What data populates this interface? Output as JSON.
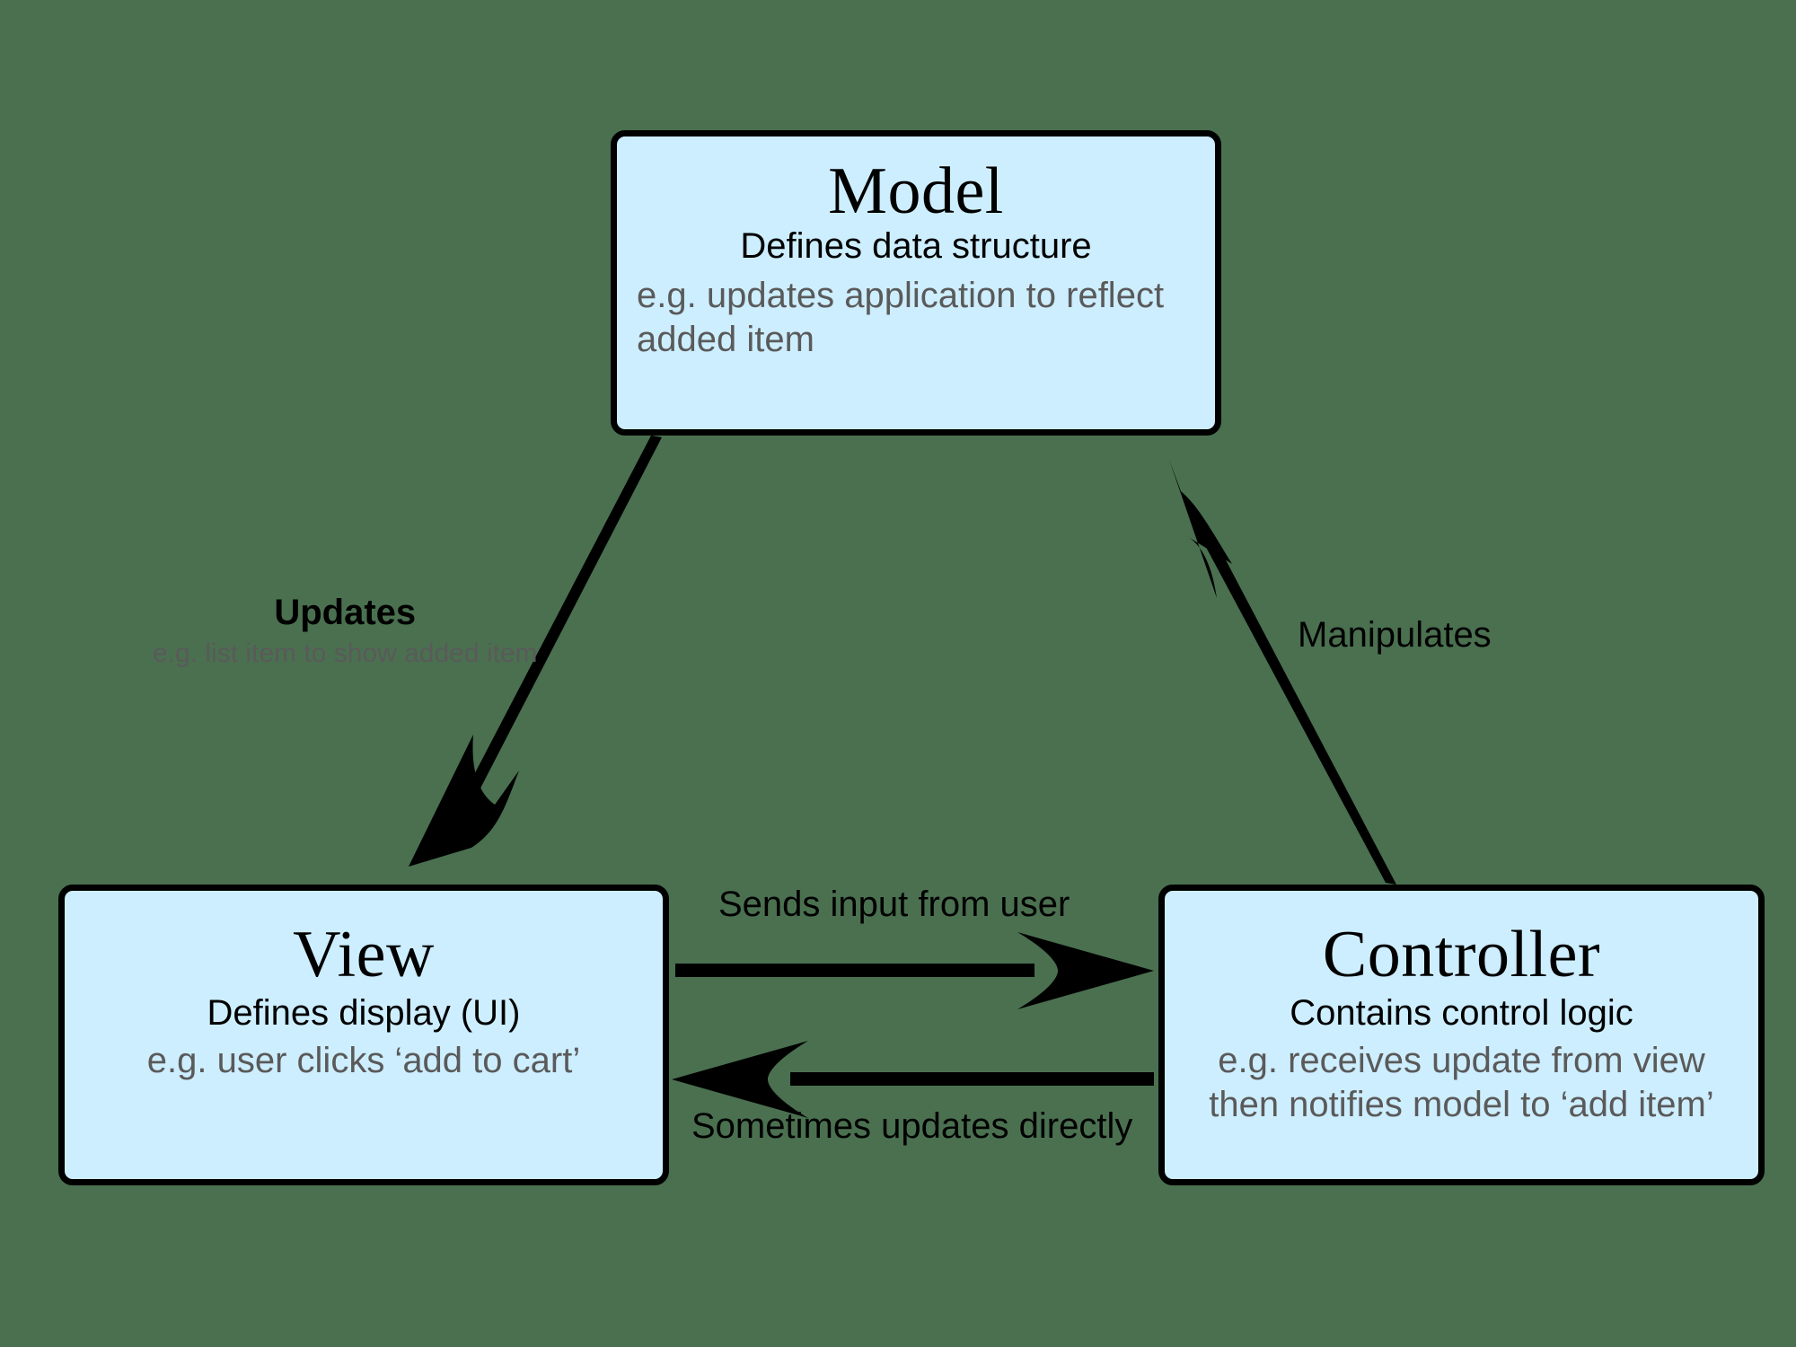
{
  "diagram": {
    "type": "mvc-architecture-diagram",
    "background_color": "#4a7050",
    "node_fill_color": "#cdeeff",
    "node_border_color": "#000000",
    "muted_text_color": "#5a5a5a",
    "primary_text_color": "#000000"
  },
  "nodes": {
    "model": {
      "title": "Model",
      "subtitle": "Defines data structure",
      "example_lines": [
        "e.g. updates application to reflect",
        "added item"
      ]
    },
    "view": {
      "title": "View",
      "subtitle": "Defines display (UI)",
      "example_lines": [
        "e.g. user clicks ‘add to cart’"
      ]
    },
    "controller": {
      "title": "Controller",
      "subtitle": "Contains control logic",
      "example_lines": [
        "e.g. receives update from view",
        "then notifies model to ‘add item’"
      ]
    }
  },
  "edges": {
    "model_to_view": {
      "label": "Updates",
      "sublabel": "e.g. list item to show added item",
      "from": "model",
      "to": "view",
      "arrowhead": "barbed"
    },
    "controller_to_model": {
      "label": "Manipulates",
      "sublabel": "",
      "from": "controller",
      "to": "model",
      "arrowhead": "barbed"
    },
    "view_to_controller": {
      "label": "Sends input from user",
      "sublabel": "",
      "from": "view",
      "to": "controller",
      "arrowhead": "barbed"
    },
    "controller_to_view": {
      "label": "Sometimes updates directly",
      "sublabel": "",
      "from": "controller",
      "to": "view",
      "arrowhead": "barbed"
    }
  }
}
